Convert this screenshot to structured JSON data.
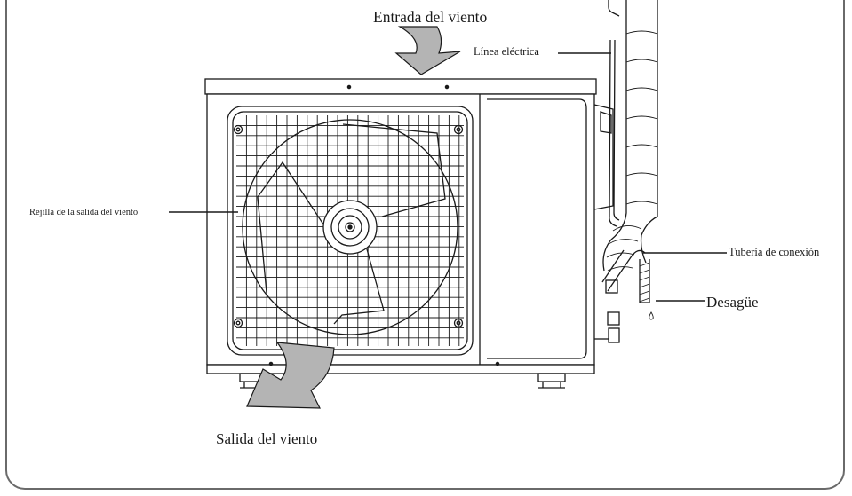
{
  "labels": {
    "air_inlet": "Entrada del viento",
    "power_line": "Línea eléctrica",
    "outlet_grille": "Rejilla de la salida del viento",
    "connection_pipe": "Tubería de conexión",
    "drain": "Desagüe",
    "air_outlet": "Salida del viento"
  },
  "colors": {
    "line": "#1a1a1a",
    "arrow_fill": "#b4b4b4",
    "frame": "#6a6a6a"
  }
}
